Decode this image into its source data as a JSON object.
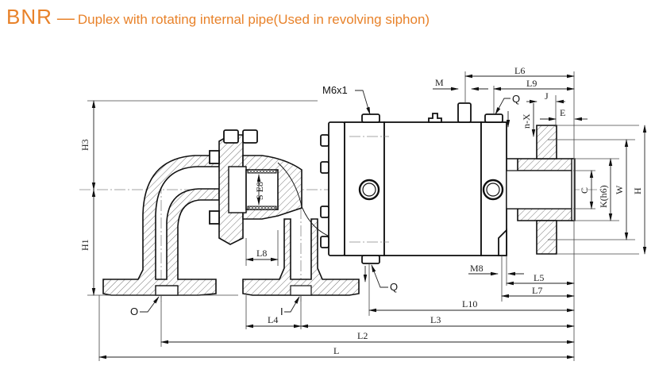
{
  "title": {
    "model_code": "BNR",
    "separator": "—",
    "description": "Duplex with rotating internal pipe(Used in revolving siphon)",
    "color": "#e8822a"
  },
  "drawing": {
    "callouts": {
      "thread_top": "M6x1",
      "q_top": "Q",
      "q_bottom": "Q",
      "outlet": "O",
      "inlet": "I",
      "m8": "M8"
    },
    "dimensions": {
      "L": "L",
      "L2": "L2",
      "L3": "L3",
      "L4": "L4",
      "L5": "L5",
      "L6": "L6",
      "L7": "L7",
      "L8": "L8",
      "L9": "L9",
      "L10": "L10",
      "M": "M",
      "J": "J",
      "E": "E",
      "nX": "n-X",
      "C": "C",
      "K": "K(h6)",
      "W": "W",
      "H": "H",
      "H1": "H1",
      "H3": "H3",
      "SE8": "S E8"
    }
  }
}
